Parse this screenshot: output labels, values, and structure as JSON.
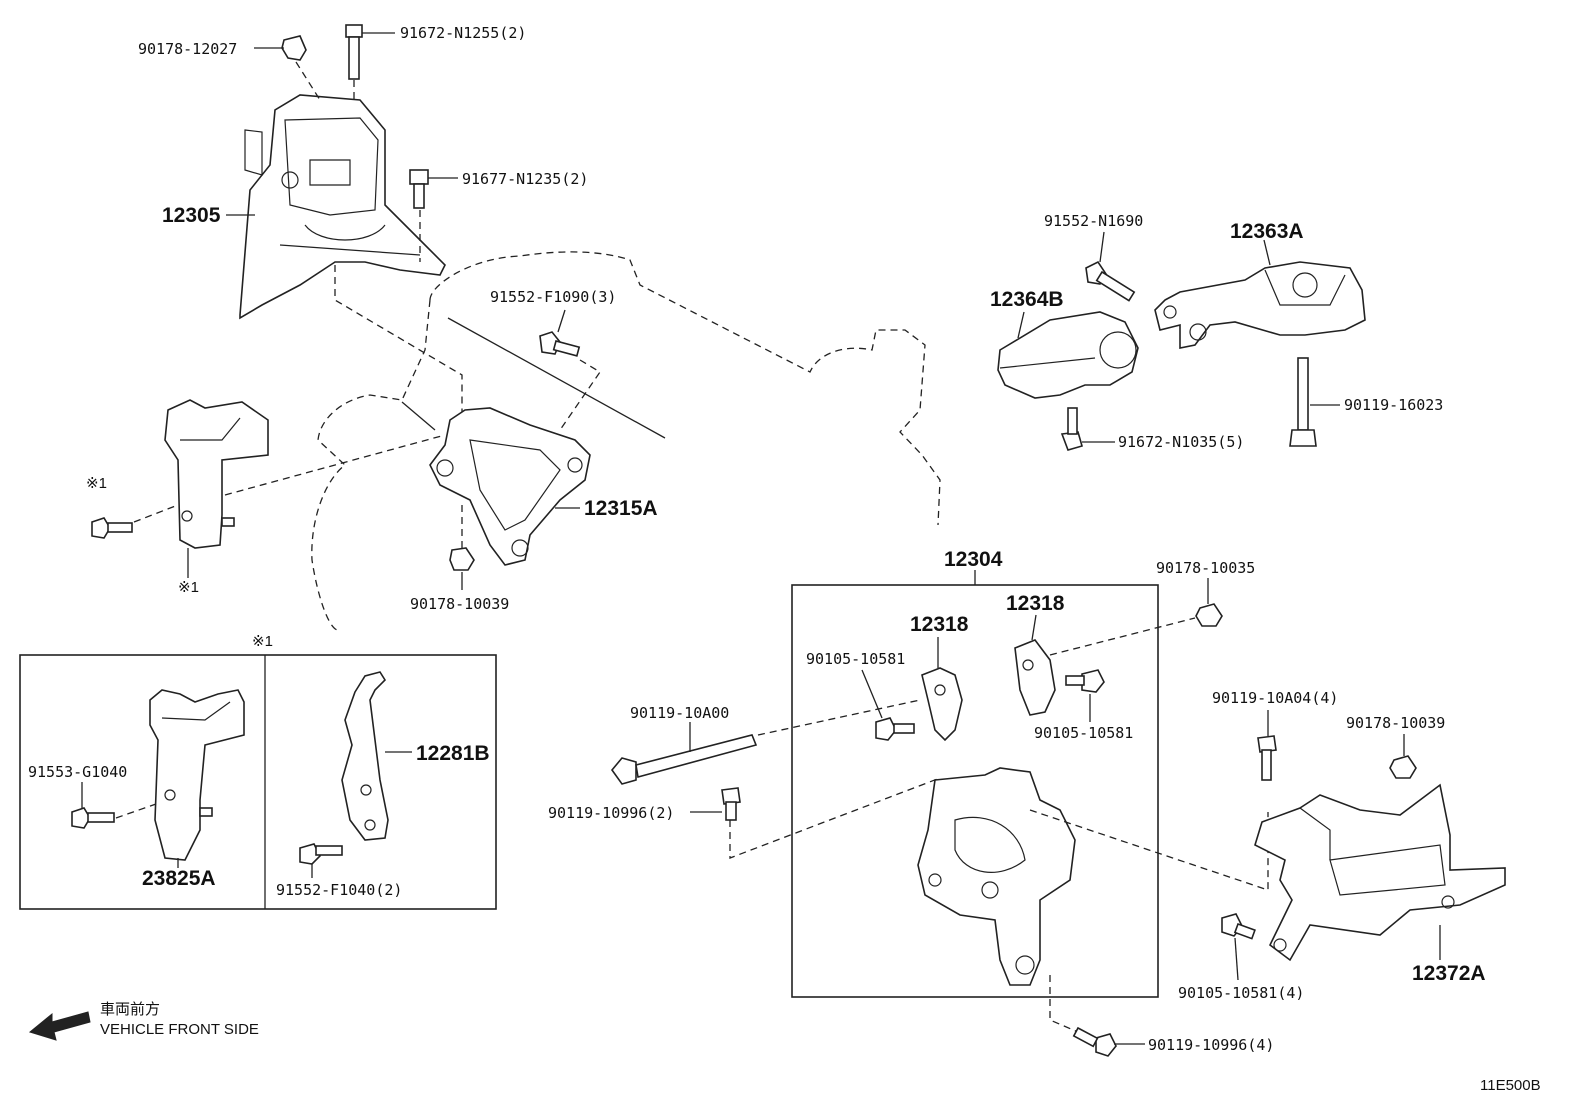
{
  "diagram_id": "11E500B",
  "direction": {
    "japanese": "車両前方",
    "english": "VEHICLE FRONT SIDE"
  },
  "note_marker": "※1",
  "labels": {
    "n90178_12027": "90178-12027",
    "n91672_N1255": "91672-N1255(2)",
    "n91677_N1235": "91677-N1235(2)",
    "n12305": "12305",
    "n91552_N1690": "91552-N1690",
    "n12363A": "12363A",
    "n12364B": "12364B",
    "n91552_F1090": "91552-F1090(3)",
    "n90119_16023": "90119-16023",
    "n91672_N1035": "91672-N1035(5)",
    "n12315A": "12315A",
    "n90178_10039_top": "90178-10039",
    "n12304": "12304",
    "n90178_10035": "90178-10035",
    "n12318_right": "12318",
    "n12318_left": "12318",
    "n90105_10581_left": "90105-10581",
    "n90105_10581_right": "90105-10581",
    "n90119_10A00": "90119-10A00",
    "n90119_10996_2": "90119-10996(2)",
    "n90119_10A04": "90119-10A04(4)",
    "n90178_10039_right": "90178-10039",
    "n90105_10581_4": "90105-10581(4)",
    "n12372A": "12372A",
    "n90119_10996_4": "90119-10996(4)",
    "n91553_G1040": "91553-G1040",
    "n23825A": "23825A",
    "n12281B": "12281B",
    "n91552_F1040": "91552-F1040(2)"
  }
}
